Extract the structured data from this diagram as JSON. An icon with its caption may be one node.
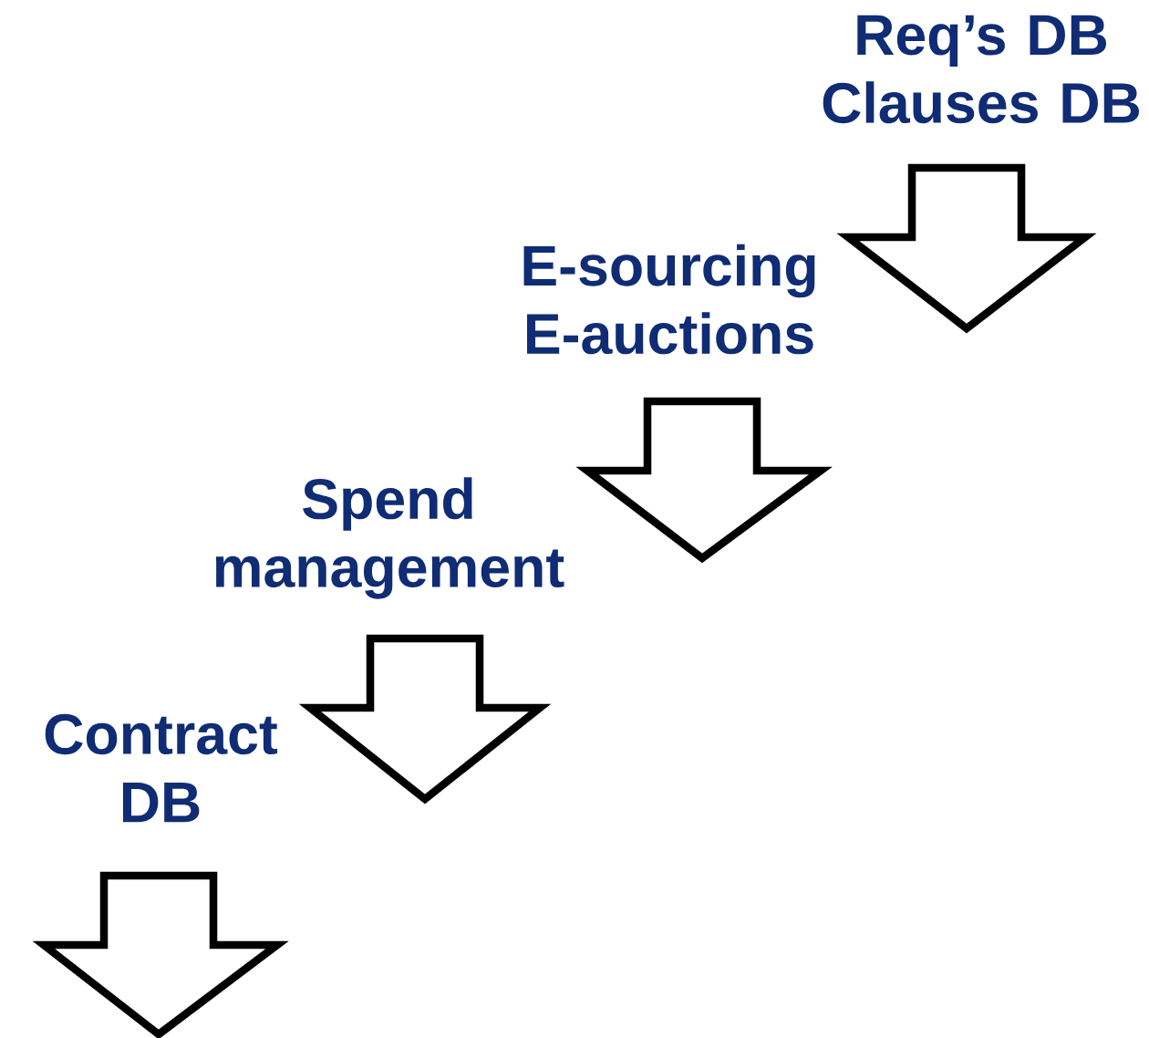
{
  "diagram": {
    "nodes": [
      {
        "text": [
          "Req’s DB Clauses DB"
        ]
      },
      {
        "text": [
          "E-sourcing E-auctions"
        ]
      },
      {
        "text": [
          "Spend management"
        ]
      },
      {
        "text": [
          "Contract DB"
        ]
      }
    ]
  }
}
